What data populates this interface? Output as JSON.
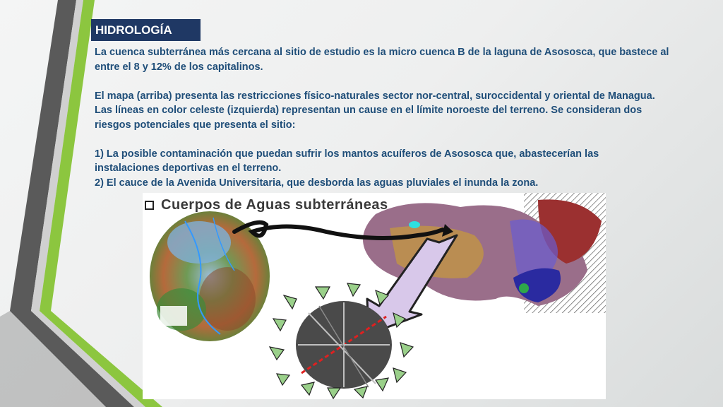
{
  "slide": {
    "title": "HIDROLOGÍA",
    "paragraphs": {
      "p1_line1": "La cuenca subterránea más cercana al sitio de estudio es la micro cuenca B de la laguna de Asososca, que bastece al",
      "p1_line2": "entre el 8 y 12% de los capitalinos.",
      "p2_line1": "El mapa (arriba) presenta las restricciones físico-naturales sector nor-central, suroccidental y oriental de Managua.",
      "p2_line2": "Las líneas en color celeste (izquierda) representan un cause en el límite noroeste del terreno. Se consideran dos",
      "p2_line3": "riesgos potenciales que presenta el sitio:",
      "p3_line1": "1) La posible contaminación que puedan sufrir los mantos acuíferos de Asososca que, abastecerían las",
      "p3_line2": "instalaciones deportivas en el terreno.",
      "p4_line1": "2) El cauce de la Avenida Universitaria, que desborda las aguas pluviales el inunda la zona."
    }
  },
  "figure": {
    "heading": "Cuerpos de Aguas subterráneas",
    "icons": [
      "checkbox-bullet-icon",
      "curved-arrow-icon",
      "down-arrow-icon"
    ]
  },
  "colors": {
    "title_bg": "#1f3864",
    "text": "#1f4e79",
    "accent_green": "#8cc63f",
    "accent_gray": "#555555"
  }
}
